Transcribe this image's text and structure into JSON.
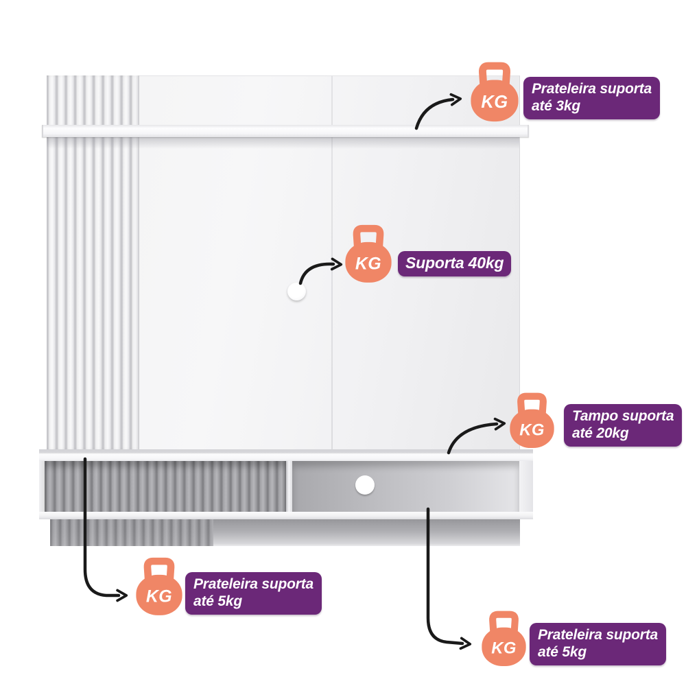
{
  "canvas": {
    "background": "#FFFFFF"
  },
  "colors": {
    "kettlebell_bg": "#F08666",
    "kettlebell_text": "#FFFFFF",
    "label_bg": "#6B2878",
    "label_text": "#FFFFFF",
    "arrow": "#1A1A1A",
    "canvas_bg": "#FFFFFF"
  },
  "annotations": [
    {
      "id": "top-shelf-capacity",
      "unit": "KG",
      "label": "Prateleira suporta\naté 3kg"
    },
    {
      "id": "panel-tv-capacity",
      "unit": "KG",
      "label": "Suporta 40kg"
    },
    {
      "id": "tampo-capacity",
      "unit": "KG",
      "label": "Tampo suporta\naté 20kg"
    },
    {
      "id": "left-shelf-capacity",
      "unit": "KG",
      "label": "Prateleira suporta\naté 5kg"
    },
    {
      "id": "bottom-shelf-capacity",
      "unit": "KG",
      "label": "Prateleira suporta\naté 5kg"
    }
  ]
}
